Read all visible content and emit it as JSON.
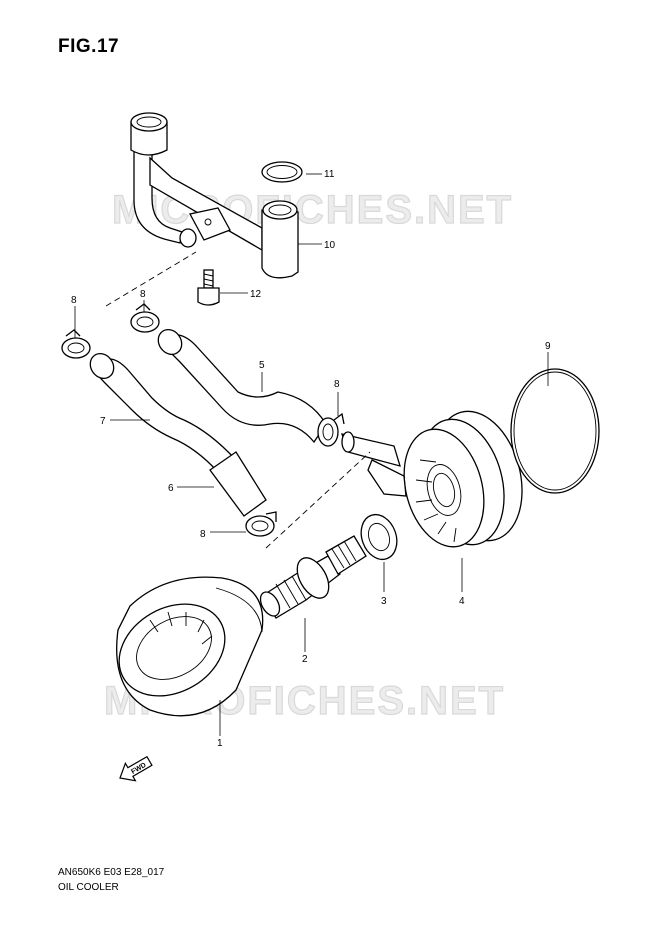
{
  "figure": {
    "title": "FIG.17",
    "code": "AN650K6 E03 E28_017",
    "name": "OIL COOLER"
  },
  "watermark": {
    "text": "MICROFICHES.NET"
  },
  "callouts": {
    "p1": "1",
    "p2": "2",
    "p3": "3",
    "p4": "4",
    "p5": "5",
    "p6": "6",
    "p7": "7",
    "p8a": "8",
    "p8b": "8",
    "p8c": "8",
    "p8d": "8",
    "p9": "9",
    "p10": "10",
    "p11": "11",
    "p12": "12"
  },
  "fwd_arrow": {
    "label": "FWD",
    "icon": "fwd-arrow-icon"
  }
}
